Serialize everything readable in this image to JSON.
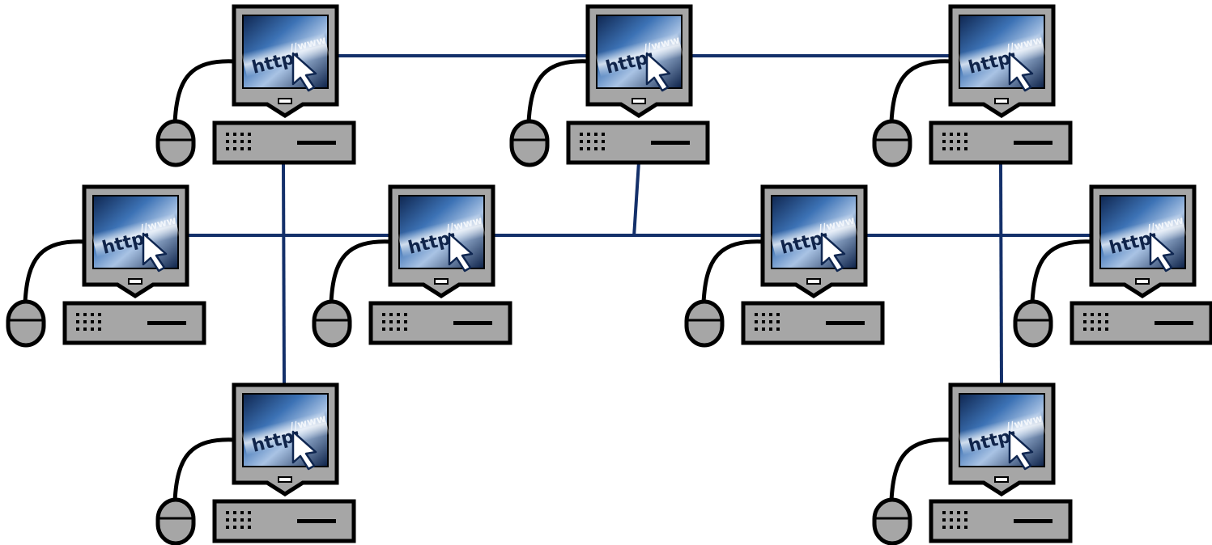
{
  "diagram": {
    "description_type": "network-topology",
    "screen_text_main": "http:",
    "screen_text_sub": "//www",
    "colors": {
      "link": "#14306a",
      "outline": "#000000",
      "case": "#a6a6a6",
      "screen_dark": "#0f2650",
      "screen_mid": "#2e62a4",
      "screen_light": "#dce6f2",
      "cursor_fill": "#ffffff"
    },
    "nodes": [
      {
        "id": "pc-1",
        "label": ""
      },
      {
        "id": "pc-2",
        "label": ""
      },
      {
        "id": "pc-3",
        "label": ""
      },
      {
        "id": "pc-4",
        "label": ""
      },
      {
        "id": "pc-5",
        "label": ""
      },
      {
        "id": "pc-6",
        "label": ""
      },
      {
        "id": "pc-7",
        "label": ""
      },
      {
        "id": "pc-8",
        "label": ""
      },
      {
        "id": "pc-9",
        "label": ""
      },
      {
        "id": "pc-10",
        "label": ""
      }
    ]
  }
}
